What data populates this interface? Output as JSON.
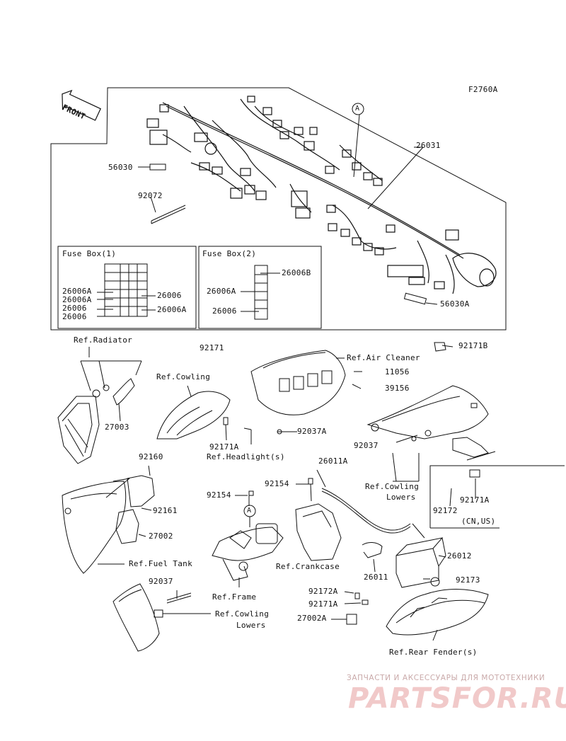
{
  "figure_code": "F2760A",
  "front_label": "FRONT",
  "callout_a": "A",
  "fuse_box_1": {
    "title": "Fuse Box(1)",
    "left_labels": [
      "26006A",
      "26006A",
      "26006",
      "26006"
    ],
    "right_labels": [
      "26006",
      "26006A"
    ]
  },
  "fuse_box_2": {
    "title": "Fuse Box(2)",
    "top_label": "26006B",
    "left_labels": [
      "26006A",
      "26006"
    ]
  },
  "parts": {
    "p26031": "26031",
    "p56030": "56030",
    "p92072": "92072",
    "p56030a": "56030A",
    "p92171_top": "92171",
    "p92171b": "92171B",
    "p11056": "11056",
    "p39156": "39156",
    "p27003": "27003",
    "p92037a": "92037A",
    "p92171a_mid": "92171A",
    "p92160": "92160",
    "p26011a": "26011A",
    "p92037_mid": "92037",
    "p92154_left": "92154",
    "p92154_right": "92154",
    "p92161": "92161",
    "p27002": "27002",
    "p92171a_right": "92171A",
    "p92172_right": "92172",
    "p26012": "26012",
    "p26011": "26011",
    "p92173": "92173",
    "p92037_bottom": "92037",
    "p92172a": "92172A",
    "p92171a_bottom": "92171A",
    "p27002a": "27002A"
  },
  "refs": {
    "radiator": "Ref.Radiator",
    "cowling": "Ref.Cowling",
    "air_cleaner": "Ref.Air Cleaner",
    "headlight": "Ref.Headlight(s)",
    "cowling_lowers_right_1": "Ref.Cowling",
    "cowling_lowers_right_2": "Lowers",
    "fuel_tank": "Ref.Fuel Tank",
    "crankcase": "Ref.Crankcase",
    "frame": "Ref.Frame",
    "cowling_lowers_bottom_1": "Ref.Cowling",
    "cowling_lowers_bottom_2": "Lowers",
    "rear_fender": "Ref.Rear Fender(s)",
    "cn_us": "(CN,US)"
  },
  "watermark": {
    "line1": "ЗАПЧАСТИ И АКСЕССУАРЫ ДЛЯ МОТОТЕХНИКИ",
    "line2": "PARTSFOR.RU"
  }
}
